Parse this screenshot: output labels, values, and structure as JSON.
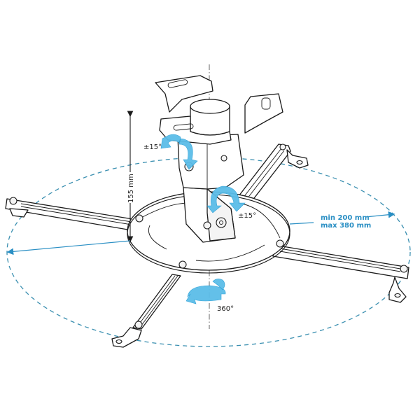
{
  "diagram": {
    "subject": "Projector ceiling mount",
    "colors": {
      "line": "#1a1a1a",
      "accent_blue": "#2a8fc4",
      "rotation_arrow": "#5bbde8",
      "dashed_ellipse": "#3a8fb0",
      "background": "#ffffff"
    },
    "annotations": {
      "height_label": "155 mm",
      "tilt_left_label": "±15°",
      "tilt_right_label": "±15°",
      "arm_span_min": "min 200 mm",
      "arm_span_max": "max 380 mm",
      "rotation_label": "360°"
    },
    "parts": [
      "ceiling-bracket",
      "center-pole",
      "tilt-joint-upper",
      "tilt-joint-lower",
      "round-base-plate",
      "adjustable-arm-left",
      "adjustable-arm-right",
      "adjustable-arm-top-right",
      "adjustable-arm-bottom-left"
    ]
  }
}
